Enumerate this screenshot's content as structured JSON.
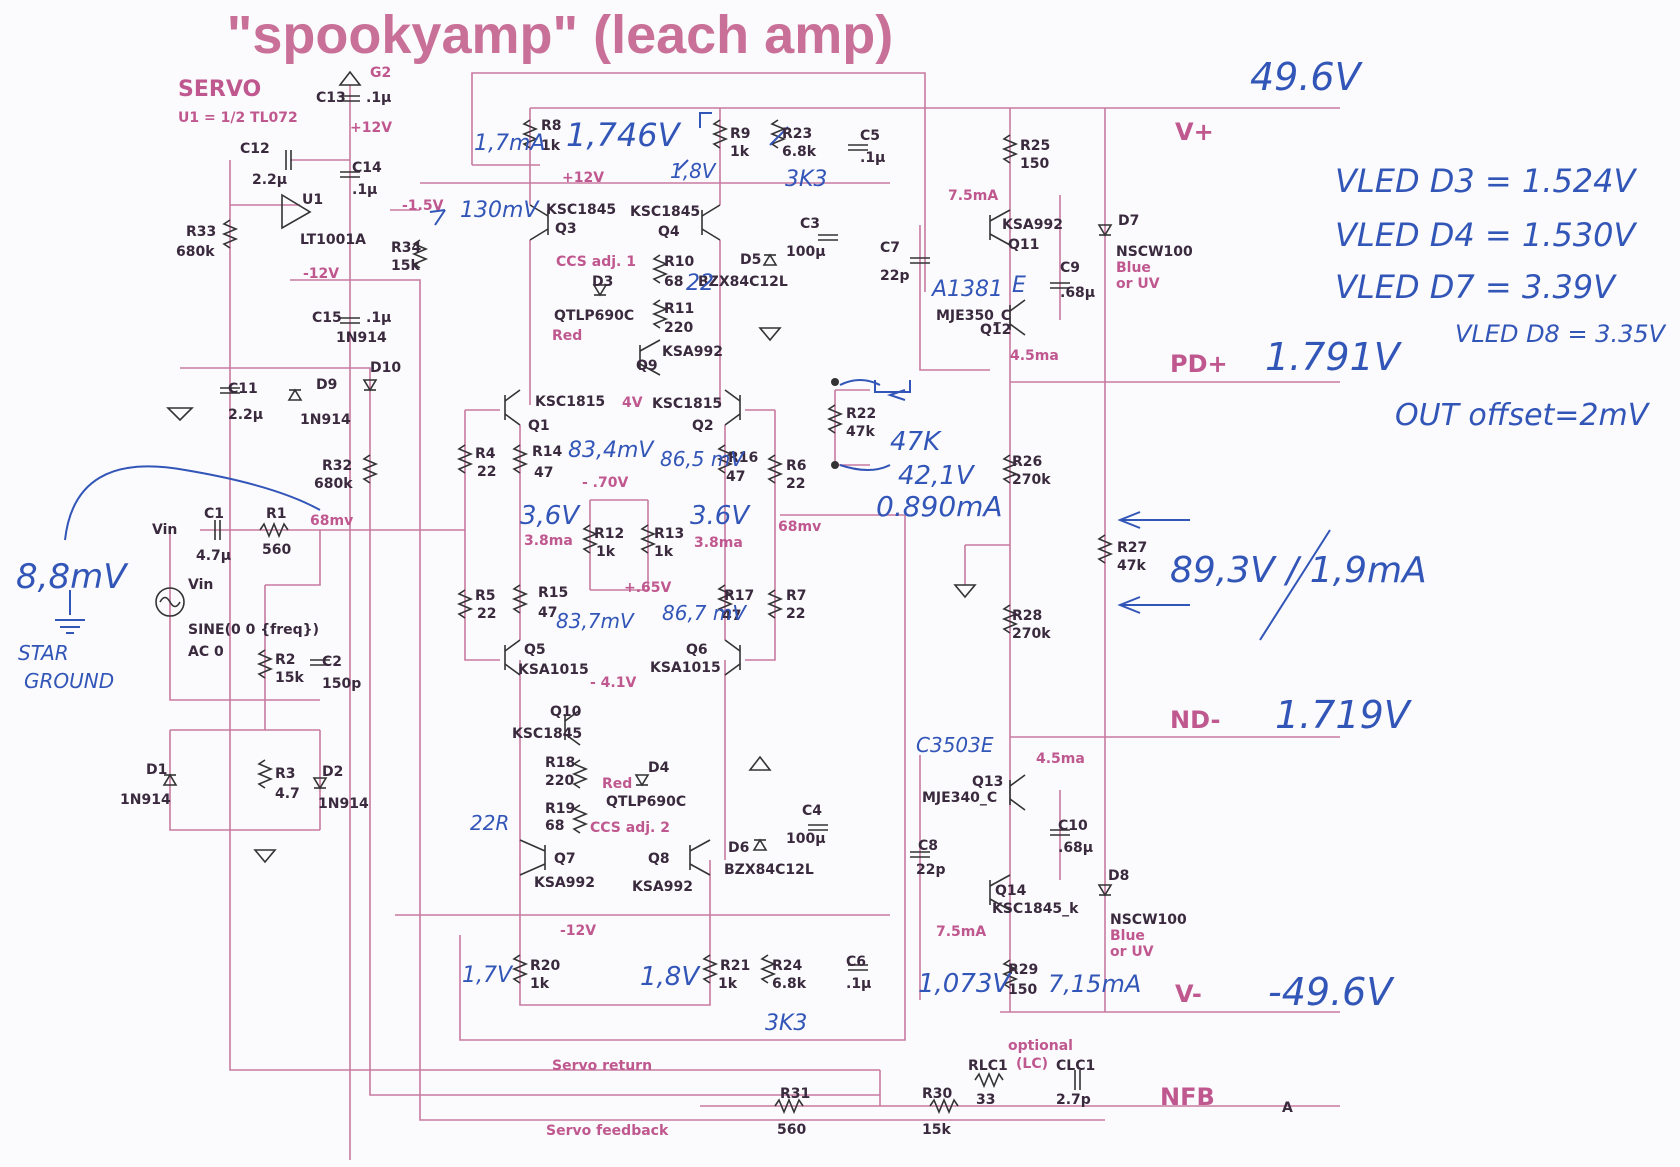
{
  "title": "\"spookyamp\" (leach amp)",
  "servo": {
    "heading": "SERVO",
    "subheading": "U1 = 1/2 TL072"
  },
  "nets": {
    "v_plus": "V+",
    "pd_plus": "PD+",
    "nd_minus": "ND-",
    "v_minus": "V-",
    "nfb": "NFB",
    "servo_return": "Servo return",
    "servo_feedback": "Servo feedback",
    "optional_lc": "optional\n(LC)",
    "g2": "G2",
    "plus12": "+12V",
    "minus12": "-12V",
    "minus1_5": "-1.5V",
    "a": "A",
    "plus12_mid": "+12V",
    "minus12_mid": "-12V",
    "ccs1": "CCS adj. 1",
    "ccs2": "CCS adj. 2",
    "v4": "4V",
    "v070": "- .70V",
    "v065": "+.65V",
    "v41": "- 4.1V",
    "mv68a": "68mv",
    "mv68b": "68mv",
    "ma38a": "3.8ma",
    "ma38b": "3.8ma",
    "ma75a": "7.5mA",
    "ma75b": "7.5mA",
    "ma45a": "4.5ma",
    "ma45b": "4.5ma",
    "vin1": "Vin",
    "vin2": "Vin",
    "sine": "SINE(0 0 {freq})",
    "ac0": "AC 0"
  },
  "components": {
    "C13": [
      "C13",
      ".1µ"
    ],
    "C14": [
      "C14",
      ".1µ"
    ],
    "C15": [
      "C15",
      ".1µ"
    ],
    "C12": [
      "C12",
      "2.2µ"
    ],
    "C11": [
      "C11",
      "2.2µ"
    ],
    "C1": [
      "C1",
      "4.7µ"
    ],
    "C2": [
      "C2",
      "150p"
    ],
    "C3": [
      "C3",
      "100µ"
    ],
    "C4": [
      "C4",
      "100µ"
    ],
    "C5": [
      "C5",
      ".1µ"
    ],
    "C6": [
      "C6",
      ".1µ"
    ],
    "C7": [
      "C7",
      "22p"
    ],
    "C8": [
      "C8",
      "22p"
    ],
    "C9": [
      "C9",
      ".68µ"
    ],
    "C10": [
      "C10",
      ".68µ"
    ],
    "CLC1": [
      "CLC1",
      "2.7p"
    ],
    "R1": [
      "R1",
      "560"
    ],
    "R2": [
      "R2",
      "15k"
    ],
    "R3": [
      "R3",
      "4.7"
    ],
    "R4": [
      "R4",
      "22"
    ],
    "R5": [
      "R5",
      "22"
    ],
    "R6": [
      "R6",
      "22"
    ],
    "R7": [
      "R7",
      "22"
    ],
    "R8": [
      "R8",
      "1k"
    ],
    "R9": [
      "R9",
      "1k"
    ],
    "R10": [
      "R10",
      "68"
    ],
    "R11": [
      "R11",
      "220"
    ],
    "R12": [
      "R12",
      "1k"
    ],
    "R13": [
      "R13",
      "1k"
    ],
    "R14": [
      "R14",
      "47"
    ],
    "R15": [
      "R15",
      "47"
    ],
    "R16": [
      "R16",
      "47"
    ],
    "R17": [
      "R17",
      "47"
    ],
    "R18": [
      "R18",
      "220"
    ],
    "R19": [
      "R19",
      "68"
    ],
    "R20": [
      "R20",
      "1k"
    ],
    "R21": [
      "R21",
      "1k"
    ],
    "R22": [
      "R22",
      "47k"
    ],
    "R23": [
      "R23",
      "6.8k"
    ],
    "R24": [
      "R24",
      "6.8k"
    ],
    "R25": [
      "R25",
      "150"
    ],
    "R26": [
      "R26",
      "270k"
    ],
    "R27": [
      "R27",
      "47k"
    ],
    "R28": [
      "R28",
      "270k"
    ],
    "R29": [
      "R29",
      "150"
    ],
    "R30": [
      "R30",
      "15k"
    ],
    "R31": [
      "R31",
      "560"
    ],
    "R32": [
      "R32",
      "680k"
    ],
    "R33": [
      "R33",
      "680k"
    ],
    "R34": [
      "R34",
      "15k"
    ],
    "RLC1": [
      "RLC1",
      "33"
    ],
    "U1": [
      "U1",
      "LT1001A"
    ],
    "Q1": [
      "KSC1815",
      "Q1"
    ],
    "Q2": [
      "KSC1815",
      "Q2"
    ],
    "Q3": [
      "KSC1845",
      "Q3"
    ],
    "Q4": [
      "KSC1845",
      "Q4"
    ],
    "Q5": [
      "Q5",
      "KSA1015"
    ],
    "Q6": [
      "Q6",
      "KSA1015"
    ],
    "Q7": [
      "Q7",
      "KSA992"
    ],
    "Q8": [
      "Q8",
      "KSA992"
    ],
    "Q9": [
      "KSA992",
      "Q9"
    ],
    "Q10": [
      "Q10",
      "KSC1845"
    ],
    "Q11": [
      "KSA992",
      "Q11"
    ],
    "Q12": [
      "MJE350_C",
      "Q12"
    ],
    "Q13": [
      "Q13",
      "MJE340_C"
    ],
    "Q14": [
      "Q14",
      "KSC1845_k"
    ],
    "D1": [
      "D1",
      "1N914"
    ],
    "D2": [
      "D2",
      "1N914"
    ],
    "D3": [
      "D3",
      "QTLP690C",
      "Red"
    ],
    "D4": [
      "D4",
      "QTLP690C",
      "Red"
    ],
    "D5": [
      "D5",
      "BZX84C12L"
    ],
    "D6": [
      "D6",
      "BZX84C12L"
    ],
    "D7": [
      "D7",
      "NSCW100",
      "Blue",
      "or UV"
    ],
    "D8": [
      "D8",
      "NSCW100",
      "Blue",
      "or UV"
    ],
    "D9": [
      "D9",
      "1N914"
    ],
    "D10": [
      "D10",
      "1N914"
    ]
  },
  "handwritten": {
    "v_plus_value": "49.6V",
    "v_minus_value": "-49.6V",
    "pd_value": "1.791V",
    "nd_value": "1.719V",
    "vled_d3": "VLED D3 = 1.524V",
    "vled_d4": "VLED D4 = 1.530V",
    "vled_d7": "VLED D7 = 3.39V",
    "vled_d8": "VLED D8 = 3.35V",
    "out_offset": "OUT offset=2mV",
    "r27_reading": "89,3V / 1,9mA",
    "r22_note": "47K",
    "r22_voltage": "42,1V",
    "r22_current": "0.890mA",
    "input_level": "8,8mV",
    "star_ground": "STAR\nGROUND",
    "r8_current": "1,7mA",
    "r8_voltage": "1,746V",
    "r9_voltage": "1,8V",
    "servo_voltage": "130mV",
    "r23_alt": "3K3",
    "r24_alt": "3K3",
    "r10_alt": "22",
    "r19_alt": "22R",
    "r14_mv": "83,4mV",
    "r16_mv": "86,5 mV",
    "r15_mv": "83,7mV",
    "r17_mv": "86,7 mV",
    "r12_v": "3,6V",
    "r13_v": "3.6V",
    "r20_v": "1,7V",
    "r21_v": "1,8V",
    "r29_v": "1,073V",
    "r29_ma": "7,15mA",
    "q12_sub": "A1381",
    "q12_e": "E",
    "q13_sub": "C3503E"
  }
}
